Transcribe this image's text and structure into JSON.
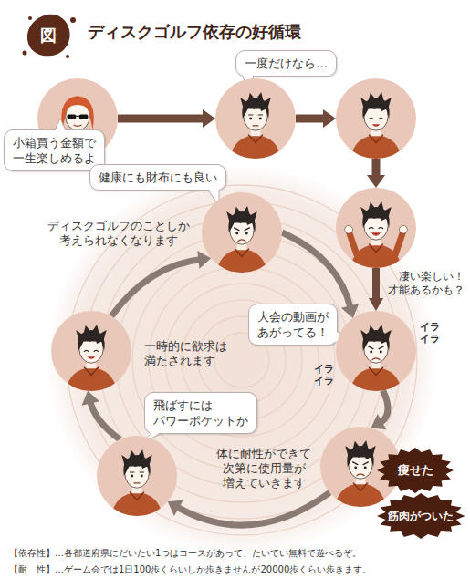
{
  "diagram": {
    "title": "ディスクゴルフ依存の好循環",
    "nodes": [
      {
        "text": []
      },
      {
        "text": [
          "小箱買う金額で 一生楽しめるよ"
        ]
      },
      {
        "text": [
          "一度だけなら…"
        ]
      },
      {
        "text": []
      },
      {
        "text": []
      },
      {
        "text": [
          "健康にも財布にも良い"
        ]
      },
      {
        "text": [
          "ディスクゴルフのことしか 考えられなくなります"
        ]
      },
      {
        "text": [
          "凄い楽しい！ 才能あるかも？"
        ]
      },
      {
        "text": [
          "大会の動画が あがってる！"
        ]
      },
      {
        "text": []
      },
      {
        "text": [
          "一時的に欲求は 満たされます"
        ]
      },
      {
        "text": [
          "飛ばすには パワーポケットか"
        ]
      },
      {
        "text": [
          "体に耐性ができて 次第に使用量が 増えていきます"
        ]
      },
      {
        "text": []
      },
      {
        "text": [
          "痩せた"
        ]
      },
      {
        "text": [
          "筋肉がついた"
        ]
      }
    ],
    "edges": [
      {
        "from": 0,
        "to": 3,
        "arrow": "to"
      },
      {
        "from": 3,
        "to": 4,
        "arrow": "to"
      },
      {
        "from": 4,
        "to": 7,
        "arrow": "to"
      },
      {
        "from": 7,
        "to": 9,
        "arrow": "to"
      },
      {
        "from": 9,
        "to": 13,
        "arrow": "to"
      },
      {
        "from": 13,
        "to": 12,
        "arrow": "to"
      },
      {
        "from": 12,
        "to": 10,
        "arrow": "to"
      },
      {
        "from": 10,
        "to": 6,
        "arrow": "to"
      },
      {
        "from": 6,
        "to": 9,
        "arrow": "to"
      }
    ],
    "labels": [
      "図",
      "イラ イラ",
      "イラ イラ",
      "【依存性】…各都道府県にだいたい1つはコースがあって、たいてい無料で遊べるぞ。",
      "【耐　性】…ゲーム会では1日100歩くらいしか歩きませんが20000歩くらい歩きます。"
    ]
  }
}
